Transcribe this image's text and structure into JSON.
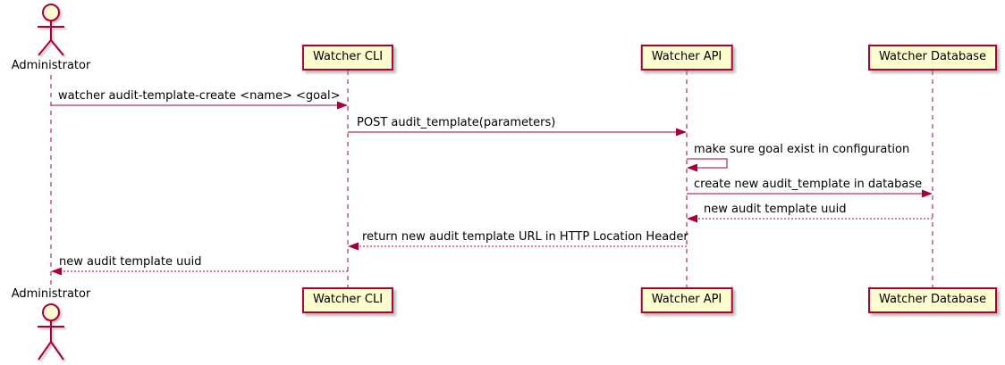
{
  "diagram": {
    "kind": "uml-sequence-diagram",
    "participants": [
      {
        "id": "administrator",
        "label": "Administrator",
        "type": "actor"
      },
      {
        "id": "watcher-cli",
        "label": "Watcher CLI",
        "type": "participant"
      },
      {
        "id": "watcher-api",
        "label": "Watcher API",
        "type": "participant"
      },
      {
        "id": "watcher-database",
        "label": "Watcher Database",
        "type": "participant"
      }
    ],
    "messages": [
      {
        "from": "Administrator",
        "to": "Watcher CLI",
        "label": "watcher audit-template-create <name> <goal>",
        "line": "solid",
        "direction": "right"
      },
      {
        "from": "Watcher CLI",
        "to": "Watcher API",
        "label": "POST audit_template(parameters)",
        "line": "solid",
        "direction": "right"
      },
      {
        "from": "Watcher API",
        "to": "Watcher API",
        "label": "make sure goal exist in configuration",
        "line": "solid",
        "direction": "self"
      },
      {
        "from": "Watcher API",
        "to": "Watcher Database",
        "label": "create new audit_template in database",
        "line": "solid",
        "direction": "right"
      },
      {
        "from": "Watcher Database",
        "to": "Watcher API",
        "label": "new audit template uuid",
        "line": "dashed",
        "direction": "left"
      },
      {
        "from": "Watcher API",
        "to": "Watcher CLI",
        "label": "return new audit template URL in HTTP Location Header",
        "line": "dashed",
        "direction": "left"
      },
      {
        "from": "Watcher CLI",
        "to": "Administrator",
        "label": "new audit template uuid",
        "line": "dashed",
        "direction": "left"
      }
    ],
    "colors": {
      "line": "#A80036",
      "participant_fill": "#FEFECE",
      "participant_border": "#A80036",
      "text": "#000000",
      "background": "#FFFFFF"
    }
  }
}
